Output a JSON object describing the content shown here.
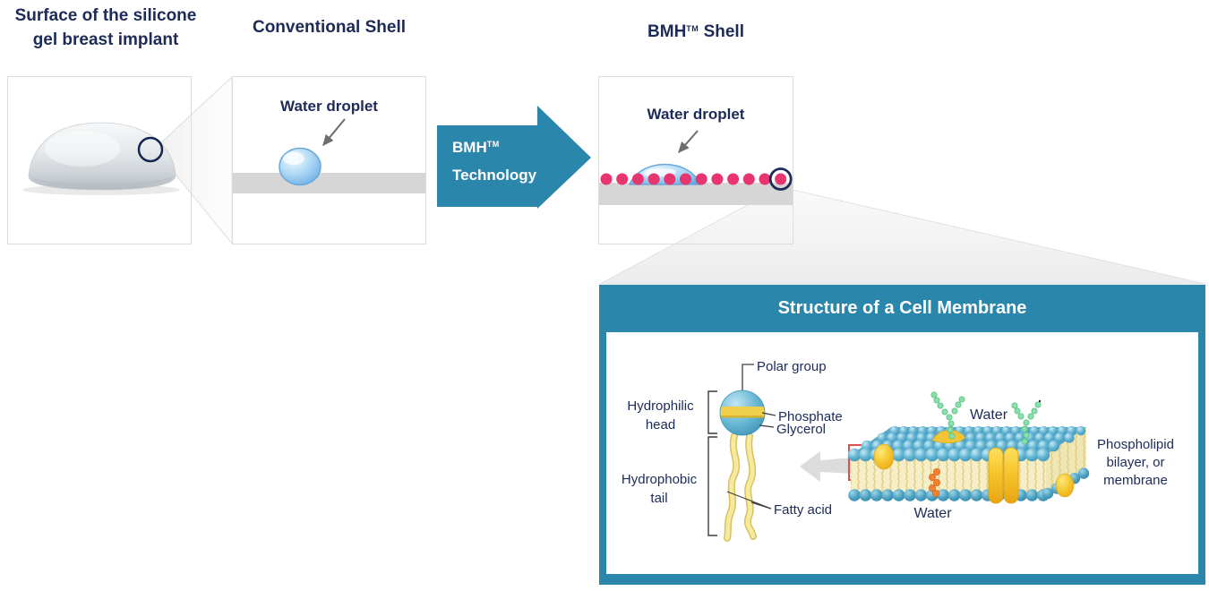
{
  "titles": {
    "implant": "Surface of the silicone gel breast implant",
    "conventional": "Conventional Shell",
    "bmh_prefix": "BMH",
    "tm": "TM",
    "bmh_suffix": "Shell"
  },
  "conventional_panel": {
    "droplet_label": "Water droplet"
  },
  "bmh_panel": {
    "droplet_label": "Water droplet",
    "dot_count": 12
  },
  "bmh_arrow": {
    "line1_prefix": "BMH",
    "tm": "TM",
    "line2": "Technology"
  },
  "membrane_panel": {
    "title": "Structure of a Cell Membrane",
    "labels": {
      "polar_group": "Polar group",
      "hydrophilic_head": "Hydrophilic head",
      "phosphate": "Phosphate",
      "glycerol": "Glycerol",
      "hydrophobic_tail": "Hydrophobic tail",
      "fatty_acid": "Fatty acid",
      "water_top": "Water",
      "water_bottom": "Water",
      "bilayer": "Phospholipid bilayer, or membrane"
    }
  },
  "colors": {
    "navy": "#1c2b57",
    "teal": "#2b86ab",
    "pink_dot": "#e73570",
    "surface_gray": "#d6d6d6",
    "droplet_blue": "#7cb9e8",
    "membrane_sphere_blue": "#5fb2d1",
    "membrane_cream": "#f6eec6",
    "protein_gold": "#f6c62e",
    "glyco_green": "#8ae0aa",
    "cholesterol_orange": "#f28030",
    "highlight_red": "#e34c4c"
  }
}
